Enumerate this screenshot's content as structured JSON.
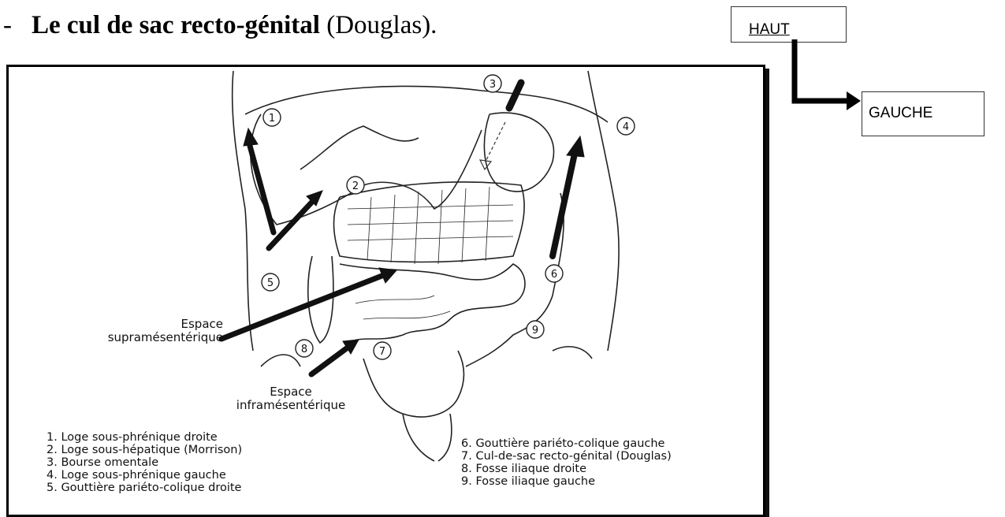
{
  "heading": {
    "dash": "-",
    "bold": "Le cul de sac recto-génital",
    "rest": " (Douglas)."
  },
  "orientation": {
    "up_label": "HAUT",
    "left_label": "GAUCHE"
  },
  "figure": {
    "space_supra": [
      "Espace",
      "supramésentérique"
    ],
    "space_infra": [
      "Espace",
      "inframésentérique"
    ],
    "markers": [
      "1",
      "2",
      "3",
      "4",
      "5",
      "6",
      "7",
      "8",
      "9"
    ],
    "legend_left": [
      "1. Loge sous-phrénique droite",
      "2. Loge sous-hépatique (Morrison)",
      "3. Bourse omentale",
      "4. Loge sous-phrénique gauche",
      "5. Gouttière pariéto-colique droite"
    ],
    "legend_right": [
      "6. Gouttière pariéto-colique gauche",
      "7. Cul-de-sac recto-génital (Douglas)",
      "8. Fosse iliaque droite",
      "9. Fosse iliaque gauche"
    ]
  }
}
